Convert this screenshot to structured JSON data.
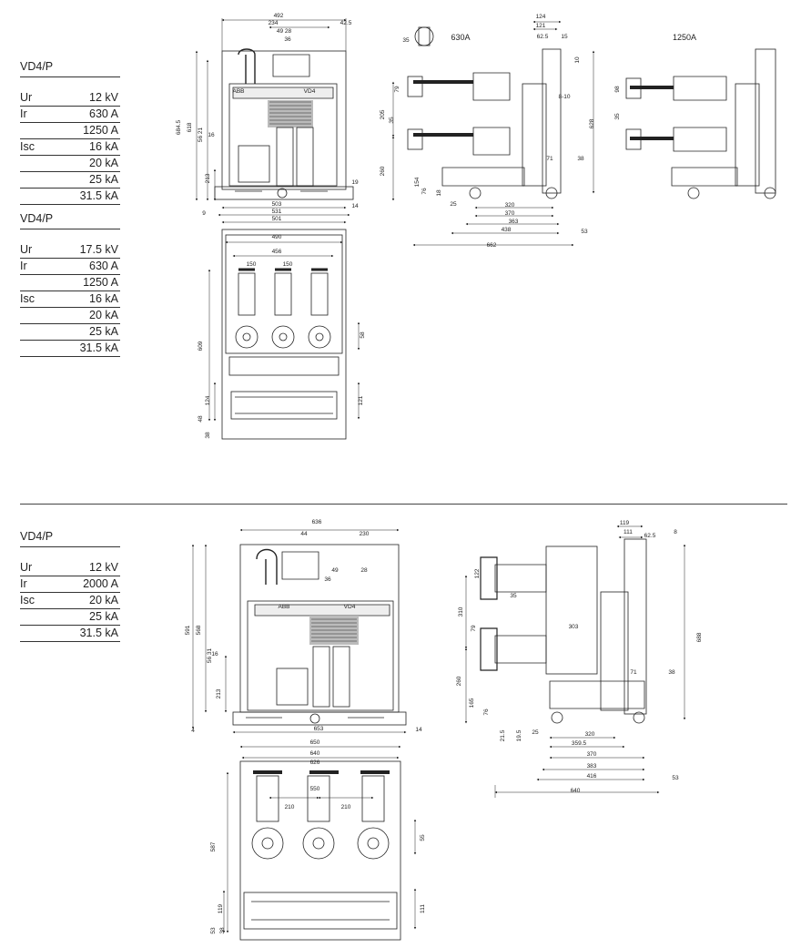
{
  "spec_tables": [
    {
      "title": "VD4/P",
      "rows": [
        {
          "key": "Ur",
          "value": "12 kV"
        },
        {
          "key": "Ir",
          "value": "630 A"
        },
        {
          "key": "",
          "value": "1250 A"
        },
        {
          "key": "Isc",
          "value": "16 kA"
        },
        {
          "key": "",
          "value": "20 kA"
        },
        {
          "key": "",
          "value": "25 kA"
        },
        {
          "key": "",
          "value": "31.5 kA"
        }
      ]
    },
    {
      "title": "VD4/P",
      "rows": [
        {
          "key": "Ur",
          "value": "17.5 kV"
        },
        {
          "key": "Ir",
          "value": "630 A"
        },
        {
          "key": "",
          "value": "1250 A"
        },
        {
          "key": "Isc",
          "value": "16 kA"
        },
        {
          "key": "",
          "value": "20 kA"
        },
        {
          "key": "",
          "value": "25 kA"
        },
        {
          "key": "",
          "value": "31.5 kA"
        }
      ]
    },
    {
      "title": "VD4/P",
      "rows": [
        {
          "key": "Ur",
          "value": "12 kV"
        },
        {
          "key": "Ir",
          "value": "2000 A"
        },
        {
          "key": "Isc",
          "value": "20 kA"
        },
        {
          "key": "",
          "value": "25 kA"
        },
        {
          "key": "",
          "value": "31.5 kA"
        }
      ]
    }
  ],
  "drawing_top": {
    "variants": [
      "630A",
      "1250A"
    ],
    "nameplate": [
      "ABB",
      "VD4"
    ],
    "front_dims": [
      "492",
      "234",
      "42.5",
      "49 28",
      "36",
      "684.5",
      "618",
      "56 21",
      "16",
      "213",
      "503",
      "531",
      "501",
      "19",
      "14",
      "9"
    ],
    "plan_dims": [
      "490",
      "456",
      "150",
      "150",
      "609",
      "58",
      "124",
      "121",
      "48",
      "38"
    ],
    "side_dims": [
      "124",
      "121",
      "62.5",
      "15",
      "10",
      "35",
      "79",
      "205",
      "35",
      "8-10",
      "628",
      "260",
      "154",
      "76",
      "18",
      "25",
      "71",
      "38",
      "320",
      "370",
      "363",
      "438",
      "662",
      "53",
      "98",
      "35"
    ]
  },
  "drawing_bottom": {
    "nameplate": [
      "ABB",
      "VD4"
    ],
    "front_dims": [
      "636",
      "44",
      "230",
      "49",
      "28",
      "36",
      "591",
      "568",
      "56 31",
      "16",
      "213",
      "653",
      "4",
      "14"
    ],
    "plan_dims": [
      "650",
      "640",
      "626",
      "550",
      "210",
      "210",
      "587",
      "55",
      "119",
      "111",
      "53",
      "38"
    ],
    "side_dims": [
      "119",
      "111",
      "62.5",
      "8",
      "122",
      "35",
      "310",
      "79",
      "303",
      "688",
      "71",
      "38",
      "260",
      "165",
      "76",
      "21.5",
      "19.5",
      "25",
      "320",
      "359.5",
      "370",
      "383",
      "416",
      "640",
      "53"
    ]
  }
}
